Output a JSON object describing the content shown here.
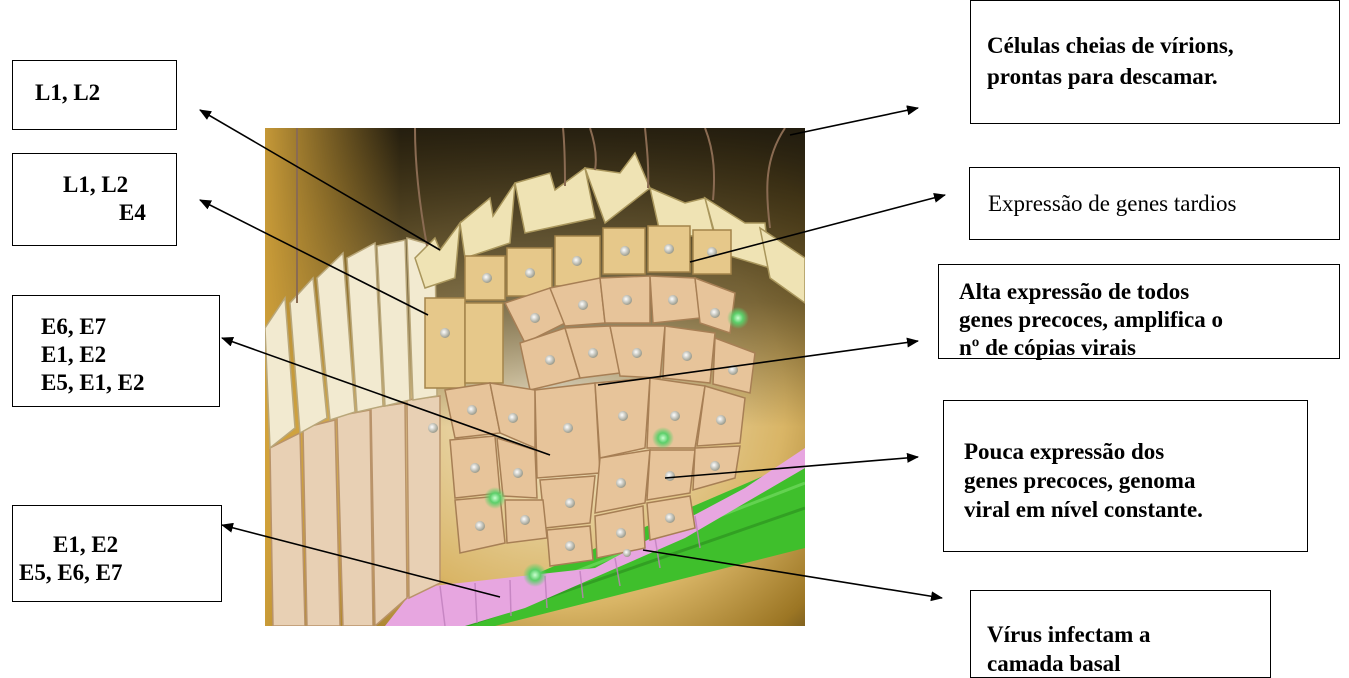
{
  "colors": {
    "basal_layer": "#e7a6e0",
    "stroma": "#3fbf2c",
    "cell_fill": "#e6c896",
    "upper_cell_fill": "#f2ead0",
    "infection_marker": "#5ccf6a",
    "background_dark": "#2f2611",
    "background_gold": "#c99a2c"
  },
  "left_labels": [
    {
      "lines": [
        "L1, L2"
      ]
    },
    {
      "lines": [
        "L1, L2",
        "E4"
      ]
    },
    {
      "lines": [
        "E6, E7",
        "E1, E2",
        "E5, E1, E2"
      ]
    },
    {
      "lines": [
        "E1, E2",
        "E5, E6, E7"
      ]
    }
  ],
  "right_labels": [
    {
      "lines": [
        "Células cheias de vírions,",
        "prontas para descamar."
      ]
    },
    {
      "lines": [
        "Expressão de genes tardios"
      ]
    },
    {
      "lines": [
        "Alta expressão de todos",
        "genes precoces, amplifica o",
        "nº de cópias virais"
      ]
    },
    {
      "lines": [
        "Pouca expressão dos",
        "genes precoces, genoma",
        "viral em nível constante."
      ]
    },
    {
      "lines": [
        "Vírus infectam a",
        "camada basal"
      ]
    }
  ]
}
